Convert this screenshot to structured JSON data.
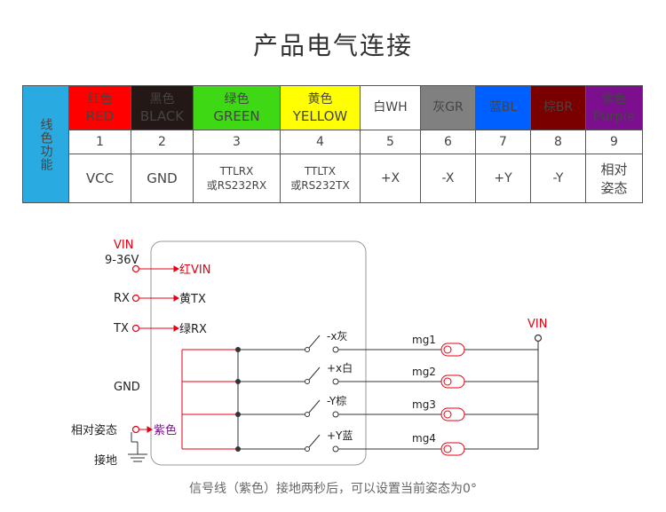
{
  "title": "产品电气连接",
  "table": {
    "side_label": "线色功能",
    "columns": [
      {
        "cn": "红色",
        "en": "RED",
        "num": "1",
        "func": "VCC"
      },
      {
        "cn": "黑色",
        "en": "BLACK",
        "num": "2",
        "func": "GND"
      },
      {
        "cn": "绿色",
        "en": "GREEN",
        "num": "3",
        "func1": "TTLRX",
        "func2": "或RS232RX"
      },
      {
        "cn": "黄色",
        "en": "YELLOW",
        "num": "4",
        "func1": "TTLTX",
        "func2": "或RS232TX"
      },
      {
        "label": "白WH",
        "num": "5",
        "func": "+X"
      },
      {
        "label": "灰GR",
        "num": "6",
        "func": "-X"
      },
      {
        "label": "蓝BL",
        "num": "7",
        "func": "+Y"
      },
      {
        "label": "棕BR",
        "num": "8",
        "func": "-Y"
      },
      {
        "cn": "紫色",
        "en": "Purple",
        "num": "9",
        "func1": "相对",
        "func2": "姿态"
      }
    ]
  },
  "diagram": {
    "vin_left": "VIN",
    "voltage": "9-36V",
    "rx": "RX",
    "tx": "TX",
    "gnd": "GND",
    "relative": "相对姿态",
    "ground": "接地",
    "red_vin": "红VIN",
    "yellow_tx": "黄TX",
    "green_rx": "绿RX",
    "purple": "紫色",
    "sw1": "-x灰",
    "sw2": "+x白",
    "sw3": "-Y棕",
    "sw4": "+Y蓝",
    "mg1": "mg1",
    "mg2": "mg2",
    "mg3": "mg3",
    "mg4": "mg4",
    "vin_right": "VIN"
  },
  "colors": {
    "wire_red": "#e60012",
    "wire_dark": "#333333",
    "purple_text": "#7b0f8e"
  },
  "footer": "信号线（紫色）接地两秒后，可以设置当前姿态为0°"
}
